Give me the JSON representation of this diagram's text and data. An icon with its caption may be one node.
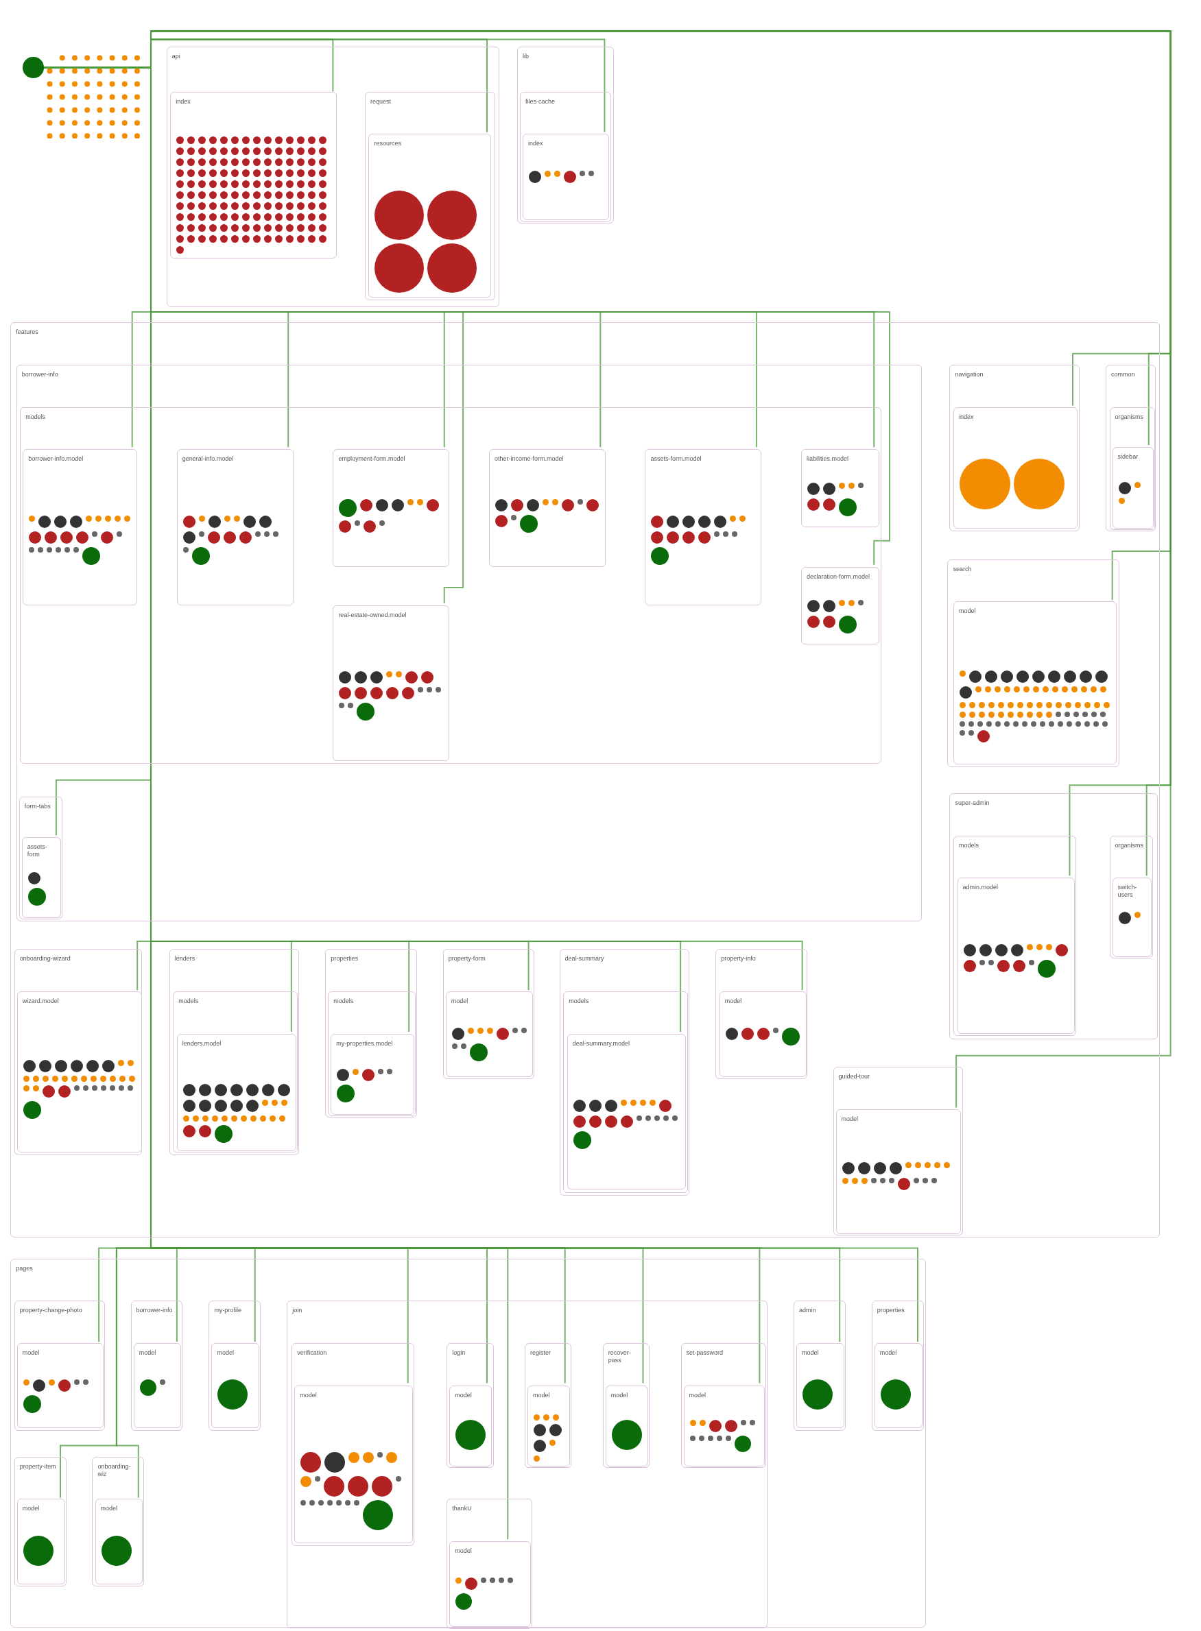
{
  "diagram": {
    "nodes": [
      {
        "text": [],
        "shape": "circle"
      },
      {
        "text": [
          "api"
        ]
      },
      {
        "text": [
          "index"
        ],
        "in": 1
      },
      {
        "text": [
          "request"
        ],
        "in": 1
      },
      {
        "text": [
          "resources"
        ],
        "in": 3
      },
      {
        "text": [
          "lib"
        ]
      },
      {
        "text": [
          "files-cache"
        ],
        "in": 5
      },
      {
        "text": [
          "index"
        ],
        "in": 6
      },
      {
        "text": [
          "features"
        ]
      },
      {
        "text": [
          "borrower-info"
        ],
        "in": 8
      },
      {
        "text": [
          "models"
        ],
        "in": 9
      },
      {
        "text": [
          "borrower-info.model"
        ],
        "in": 10
      },
      {
        "text": [
          "general-info.model"
        ],
        "in": 10
      },
      {
        "text": [
          "employment-form.model"
        ],
        "in": 10
      },
      {
        "text": [
          "other-income-form.model"
        ],
        "in": 10
      },
      {
        "text": [
          "assets-form.model"
        ],
        "in": 10
      },
      {
        "text": [
          "liabilities.model"
        ],
        "in": 10
      },
      {
        "text": [
          "declaration-form.model"
        ],
        "in": 10
      },
      {
        "text": [
          "real-estate-owned.model"
        ],
        "in": 10
      },
      {
        "text": [
          "form-tabs"
        ],
        "in": 9
      },
      {
        "text": [
          "assets-form"
        ],
        "in": 19
      },
      {
        "text": [
          "navigation"
        ],
        "in": 8
      },
      {
        "text": [
          "index"
        ],
        "in": 21
      },
      {
        "text": [
          "common"
        ],
        "in": 8
      },
      {
        "text": [
          "organisms"
        ],
        "in": 23
      },
      {
        "text": [
          "sidebar"
        ],
        "in": 24
      },
      {
        "text": [
          "search"
        ],
        "in": 8
      },
      {
        "text": [
          "model"
        ],
        "in": 26
      },
      {
        "text": [
          "super-admin"
        ],
        "in": 8
      },
      {
        "text": [
          "models"
        ],
        "in": 28
      },
      {
        "text": [
          "admin.model"
        ],
        "in": 29
      },
      {
        "text": [
          "organisms"
        ],
        "in": 28
      },
      {
        "text": [
          "switch-users"
        ],
        "in": 31
      },
      {
        "text": [
          "onboarding-wizard"
        ],
        "in": 8
      },
      {
        "text": [
          "wizard.model"
        ],
        "in": 33
      },
      {
        "text": [
          "lenders"
        ],
        "in": 8
      },
      {
        "text": [
          "models"
        ],
        "in": 35
      },
      {
        "text": [
          "lenders.model"
        ],
        "in": 36
      },
      {
        "text": [
          "properties"
        ],
        "in": 8
      },
      {
        "text": [
          "models"
        ],
        "in": 38
      },
      {
        "text": [
          "my-properties.model"
        ],
        "in": 39
      },
      {
        "text": [
          "property-form"
        ],
        "in": 8
      },
      {
        "text": [
          "model"
        ],
        "in": 41
      },
      {
        "text": [
          "deal-summary"
        ],
        "in": 8
      },
      {
        "text": [
          "models"
        ],
        "in": 43
      },
      {
        "text": [
          "deal-summary.model"
        ],
        "in": 44
      },
      {
        "text": [
          "property-info"
        ],
        "in": 8
      },
      {
        "text": [
          "model"
        ],
        "in": 46
      },
      {
        "text": [
          "guided-tour"
        ],
        "in": 8
      },
      {
        "text": [
          "model"
        ],
        "in": 48
      },
      {
        "text": [
          "pages"
        ]
      },
      {
        "text": [
          "property-change-photo"
        ],
        "in": 50
      },
      {
        "text": [
          "model"
        ],
        "in": 51
      },
      {
        "text": [
          "borrower-info"
        ],
        "in": 50
      },
      {
        "text": [
          "model"
        ],
        "in": 53
      },
      {
        "text": [
          "my-profile"
        ],
        "in": 50
      },
      {
        "text": [
          "model"
        ],
        "in": 55
      },
      {
        "text": [
          "join"
        ],
        "in": 50
      },
      {
        "text": [
          "verification"
        ],
        "in": 57
      },
      {
        "text": [
          "model"
        ],
        "in": 58
      },
      {
        "text": [
          "login"
        ],
        "in": 57
      },
      {
        "text": [
          "model"
        ],
        "in": 60
      },
      {
        "text": [
          "register"
        ],
        "in": 57
      },
      {
        "text": [
          "model"
        ],
        "in": 62
      },
      {
        "text": [
          "recover-pass"
        ],
        "in": 57
      },
      {
        "text": [
          "model"
        ],
        "in": 64
      },
      {
        "text": [
          "set-password"
        ],
        "in": 57
      },
      {
        "text": [
          "model"
        ],
        "in": 66
      },
      {
        "text": [
          "thankU"
        ],
        "in": 57
      },
      {
        "text": [
          "model"
        ],
        "in": 68
      },
      {
        "text": [
          "admin"
        ],
        "in": 50
      },
      {
        "text": [
          "model"
        ],
        "in": 70
      },
      {
        "text": [
          "properties"
        ],
        "in": 50
      },
      {
        "text": [
          "model"
        ],
        "in": 72
      },
      {
        "text": [
          "property-item"
        ],
        "in": 50
      },
      {
        "text": [
          "model"
        ],
        "in": 74
      },
      {
        "text": [
          "onboarding-wiz"
        ],
        "in": 50
      },
      {
        "text": [
          "model"
        ],
        "in": 76
      }
    ],
    "edges": [
      {
        "from": 0,
        "to": 2,
        "arrow": "none"
      },
      {
        "from": 0,
        "to": 4,
        "arrow": "none"
      },
      {
        "from": 0,
        "to": 7,
        "arrow": "none"
      },
      {
        "from": 0,
        "to": 11,
        "arrow": "none"
      },
      {
        "from": 0,
        "to": 12,
        "arrow": "none"
      },
      {
        "from": 0,
        "to": 13,
        "arrow": "none"
      },
      {
        "from": 0,
        "to": 14,
        "arrow": "none"
      },
      {
        "from": 0,
        "to": 15,
        "arrow": "none"
      },
      {
        "from": 0,
        "to": 16,
        "arrow": "none"
      },
      {
        "from": 0,
        "to": 17,
        "arrow": "none"
      },
      {
        "from": 0,
        "to": 18,
        "arrow": "none"
      },
      {
        "from": 0,
        "to": 20,
        "arrow": "none"
      },
      {
        "from": 0,
        "to": 22,
        "arrow": "none"
      },
      {
        "from": 0,
        "to": 25,
        "arrow": "none"
      },
      {
        "from": 0,
        "to": 27,
        "arrow": "none"
      },
      {
        "from": 0,
        "to": 30,
        "arrow": "none"
      },
      {
        "from": 0,
        "to": 32,
        "arrow": "none"
      },
      {
        "from": 0,
        "to": 34,
        "arrow": "none"
      },
      {
        "from": 0,
        "to": 37,
        "arrow": "none"
      },
      {
        "from": 0,
        "to": 40,
        "arrow": "none"
      },
      {
        "from": 0,
        "to": 42,
        "arrow": "none"
      },
      {
        "from": 0,
        "to": 45,
        "arrow": "none"
      },
      {
        "from": 0,
        "to": 47,
        "arrow": "none"
      },
      {
        "from": 0,
        "to": 49,
        "arrow": "none"
      },
      {
        "from": 0,
        "to": 52,
        "arrow": "none"
      },
      {
        "from": 0,
        "to": 54,
        "arrow": "none"
      },
      {
        "from": 0,
        "to": 56,
        "arrow": "none"
      },
      {
        "from": 0,
        "to": 59,
        "arrow": "none"
      },
      {
        "from": 0,
        "to": 61,
        "arrow": "none"
      },
      {
        "from": 0,
        "to": 63,
        "arrow": "none"
      },
      {
        "from": 0,
        "to": 65,
        "arrow": "none"
      },
      {
        "from": 0,
        "to": 67,
        "arrow": "none"
      },
      {
        "from": 0,
        "to": 69,
        "arrow": "none"
      },
      {
        "from": 0,
        "to": 71,
        "arrow": "none"
      },
      {
        "from": 0,
        "to": 73,
        "arrow": "none"
      },
      {
        "from": 0,
        "to": 75,
        "arrow": "none"
      },
      {
        "from": 0,
        "to": 77,
        "arrow": "none"
      }
    ]
  }
}
